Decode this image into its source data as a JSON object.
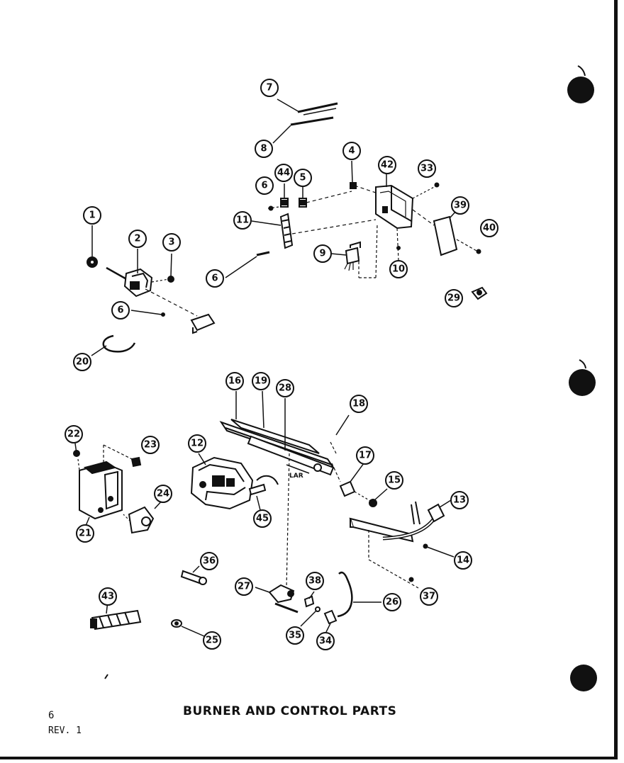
{
  "page": {
    "title": "BURNER AND CONTROL PARTS",
    "page_number": "6",
    "revision": "REV. 1"
  },
  "callouts": [
    {
      "id": "c7",
      "label": "7"
    },
    {
      "id": "c8",
      "label": "8"
    },
    {
      "id": "c4",
      "label": "4"
    },
    {
      "id": "c42",
      "label": "42"
    },
    {
      "id": "c33",
      "label": "33"
    },
    {
      "id": "c6a",
      "label": "6"
    },
    {
      "id": "c44",
      "label": "44"
    },
    {
      "id": "c5",
      "label": "5"
    },
    {
      "id": "c39",
      "label": "39"
    },
    {
      "id": "c40",
      "label": "40"
    },
    {
      "id": "c11",
      "label": "11"
    },
    {
      "id": "c1",
      "label": "1"
    },
    {
      "id": "c2",
      "label": "2"
    },
    {
      "id": "c3",
      "label": "3"
    },
    {
      "id": "c9",
      "label": "9"
    },
    {
      "id": "c10",
      "label": "10"
    },
    {
      "id": "c6b",
      "label": "6"
    },
    {
      "id": "c29",
      "label": "29"
    },
    {
      "id": "c6c",
      "label": "6"
    },
    {
      "id": "c20",
      "label": "20"
    },
    {
      "id": "c16",
      "label": "16"
    },
    {
      "id": "c19",
      "label": "19"
    },
    {
      "id": "c28",
      "label": "28"
    },
    {
      "id": "c18",
      "label": "18"
    },
    {
      "id": "c22",
      "label": "22"
    },
    {
      "id": "c23",
      "label": "23"
    },
    {
      "id": "c12",
      "label": "12"
    },
    {
      "id": "c17",
      "label": "17"
    },
    {
      "id": "c15",
      "label": "15"
    },
    {
      "id": "c13",
      "label": "13"
    },
    {
      "id": "c24",
      "label": "24"
    },
    {
      "id": "c45",
      "label": "45"
    },
    {
      "id": "c21",
      "label": "21"
    },
    {
      "id": "c14",
      "label": "14"
    },
    {
      "id": "c36",
      "label": "36"
    },
    {
      "id": "c27",
      "label": "27"
    },
    {
      "id": "c38",
      "label": "38"
    },
    {
      "id": "c26",
      "label": "26"
    },
    {
      "id": "c37",
      "label": "37"
    },
    {
      "id": "c43",
      "label": "43"
    },
    {
      "id": "c35",
      "label": "35"
    },
    {
      "id": "c34",
      "label": "34"
    },
    {
      "id": "c25",
      "label": "25"
    }
  ]
}
